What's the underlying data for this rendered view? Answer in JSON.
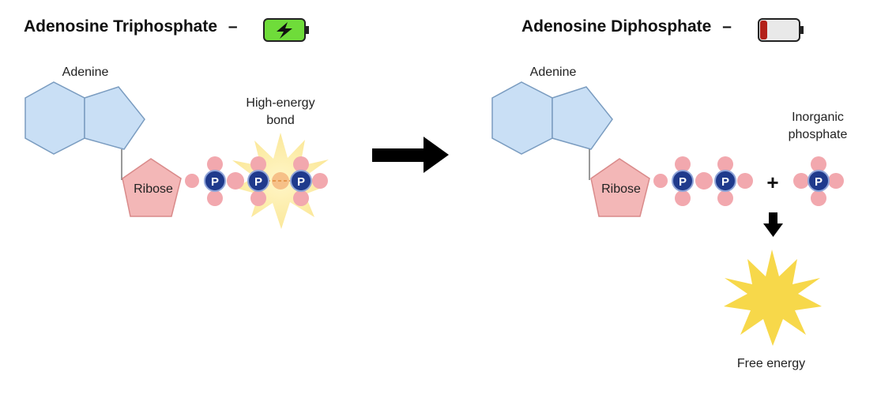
{
  "left": {
    "title": "Adenosine Triphosphate",
    "dash": "–",
    "battery_icon": "battery-full-charging-icon",
    "battery_color": "#6fdc3a",
    "adenine_label": "Adenine",
    "ribose_label": "Ribose",
    "bond_label_line1": "High-energy",
    "bond_label_line2": "bond",
    "phosphate_letter": "P"
  },
  "right": {
    "title": "Adenosine Diphosphate",
    "dash": "–",
    "battery_icon": "battery-low-icon",
    "battery_color": "#b3211a",
    "adenine_label": "Adenine",
    "ribose_label": "Ribose",
    "phosphate_letter": "P",
    "plus_sign": "+",
    "inorganic_label_line1": "Inorganic",
    "inorganic_label_line2": "phosphate",
    "free_energy_label": "Free energy"
  },
  "colors": {
    "base_fill": "#c9dff5",
    "base_stroke": "#7a9cc0",
    "ribose_fill": "#f3b7b7",
    "ribose_stroke": "#d98a8a",
    "phosphate_core": "#1f3a8c",
    "oxygen": "#f2a8ae",
    "burst": "#f7d84a"
  }
}
